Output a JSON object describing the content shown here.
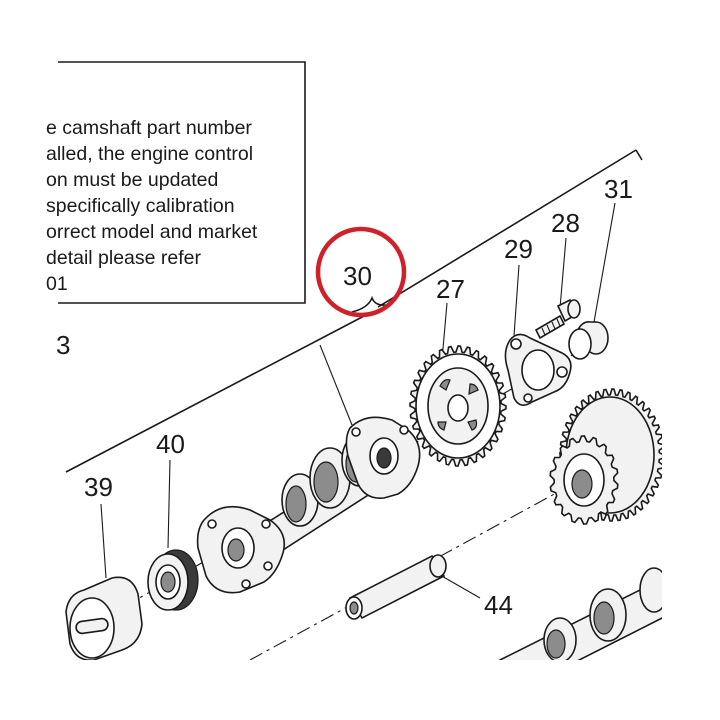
{
  "note": {
    "lines": [
      "e camshaft part number",
      "alled, the engine control",
      "on must be updated",
      " specifically calibration",
      "orrect model and market",
      " detail please refer",
      "01"
    ]
  },
  "callouts": {
    "c3": "3",
    "c27": "27",
    "c28": "28",
    "c29": "29",
    "c30": "30",
    "c31": "31",
    "c39": "39",
    "c40": "40",
    "c44": "44"
  },
  "highlight": {
    "target": "30",
    "color": "#d0202a"
  }
}
